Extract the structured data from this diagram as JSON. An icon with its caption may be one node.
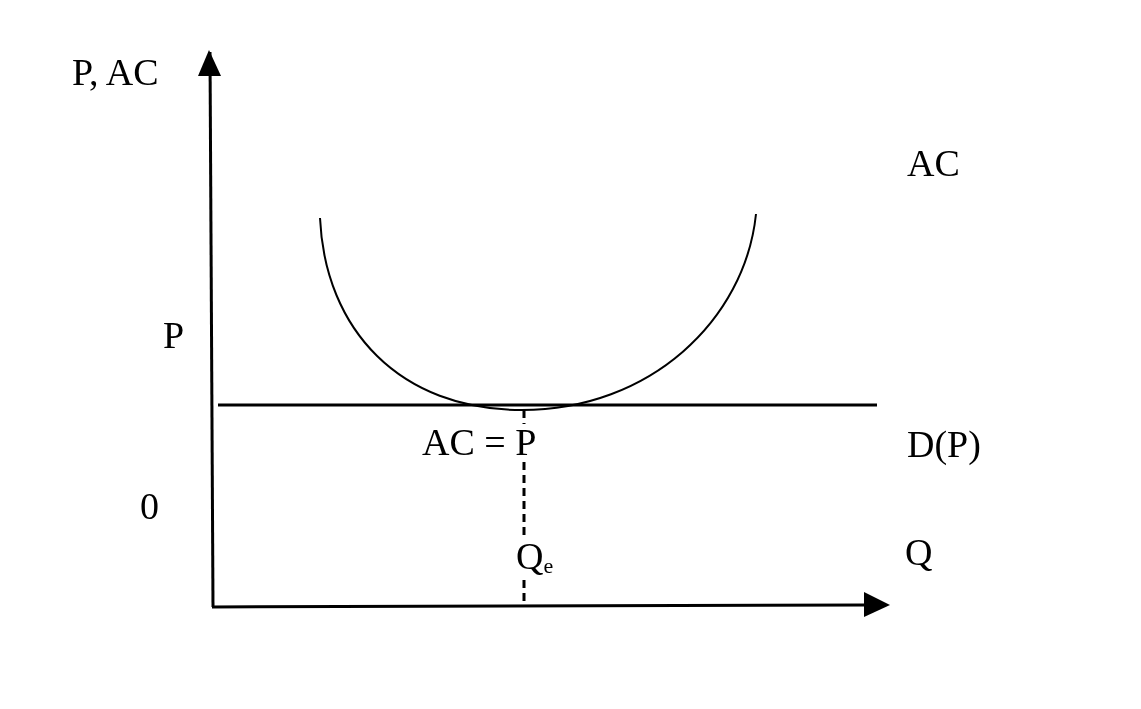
{
  "diagram": {
    "labels": [
      "P, AC",
      "AC",
      "P",
      "AC = P",
      "D(P)",
      "0",
      "Q",
      "Q$_{e}$"
    ]
  }
}
